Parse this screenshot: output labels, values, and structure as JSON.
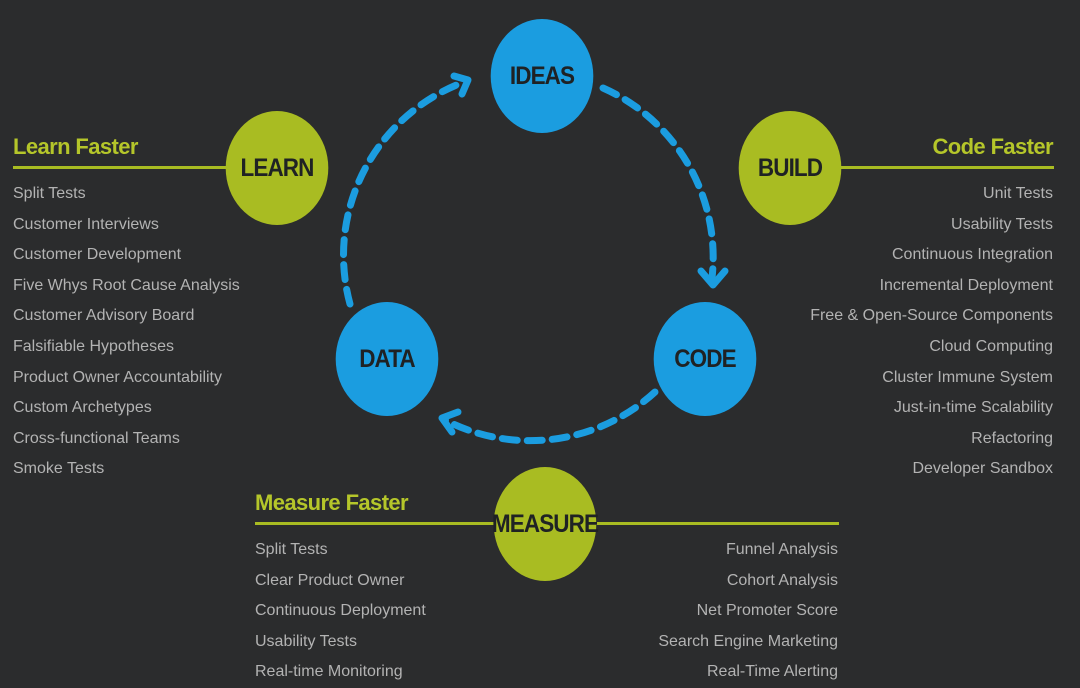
{
  "colors": {
    "background": "#2b2c2d",
    "blue": "#1b9de0",
    "green": "#a9bc22",
    "heading": "#b5c62a",
    "text": "#b3b3b3"
  },
  "cycle": {
    "ideas": "IDEAS",
    "code": "CODE",
    "data": "DATA"
  },
  "learn": {
    "circle": "LEARN",
    "heading": "Learn Faster",
    "items": [
      "Split Tests",
      "Customer Interviews",
      "Customer Development",
      "Five Whys Root Cause Analysis",
      "Customer Advisory Board",
      "Falsifiable Hypotheses",
      "Product Owner Accountability",
      "Custom Archetypes",
      "Cross-functional Teams",
      "Smoke Tests"
    ]
  },
  "build": {
    "circle": "BUILD",
    "heading": "Code Faster",
    "items": [
      "Unit Tests",
      "Usability Tests",
      "Continuous Integration",
      "Incremental Deployment",
      "Free & Open-Source Components",
      "Cloud Computing",
      "Cluster Immune System",
      "Just-in-time Scalability",
      "Refactoring",
      "Developer Sandbox"
    ]
  },
  "measure": {
    "circle": "MEASURE",
    "heading": "Measure Faster",
    "items_left": [
      "Split Tests",
      "Clear Product Owner",
      "Continuous Deployment",
      "Usability Tests",
      "Real-time Monitoring"
    ],
    "items_right": [
      "Funnel Analysis",
      "Cohort Analysis",
      "Net Promoter Score",
      "Search Engine Marketing",
      "Real-Time Alerting"
    ]
  }
}
